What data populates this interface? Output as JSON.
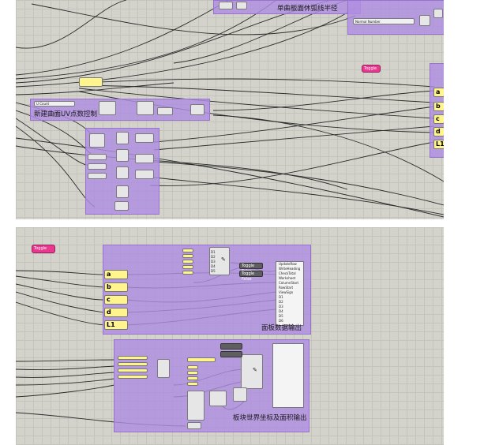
{
  "top_canvas": {
    "groups": [
      {
        "label": "单曲板面休弧线半径"
      },
      {
        "label": "新建曲面UV点数控制"
      }
    ],
    "group_a_slider": {
      "label": "Normal Number"
    },
    "pink_button_label": "Toggle",
    "side_outputs": [
      "a",
      "b",
      "c",
      "d",
      "L1"
    ],
    "uv_slider_label": "U Count"
  },
  "bottom_canvas": {
    "pink_button_label": "Toggle",
    "groups": [
      {
        "label": "面板数据输出"
      },
      {
        "label": "板块世界坐标及面积输出"
      }
    ],
    "inputs": [
      "a",
      "b",
      "c",
      "d",
      "L1"
    ],
    "toggles": [
      "Toggle",
      "Toggle"
    ],
    "toggle_values": [
      "False",
      "False"
    ],
    "output_list": [
      "UpdateRow",
      "WriteHeading",
      "CheckTotal",
      "Worksheet",
      "ColumnStart",
      "RowStart",
      "ViewSign",
      "D1",
      "D2",
      "D3",
      "D4",
      "D5",
      "D6"
    ],
    "merge_ports": [
      "D1",
      "D2",
      "D3",
      "D4",
      "D5"
    ],
    "colors": {
      "canvas": "#d3d3cc",
      "group": "#b08ee2",
      "panel_yellow": "#fff58c",
      "button_pink": "#e8388f"
    }
  }
}
